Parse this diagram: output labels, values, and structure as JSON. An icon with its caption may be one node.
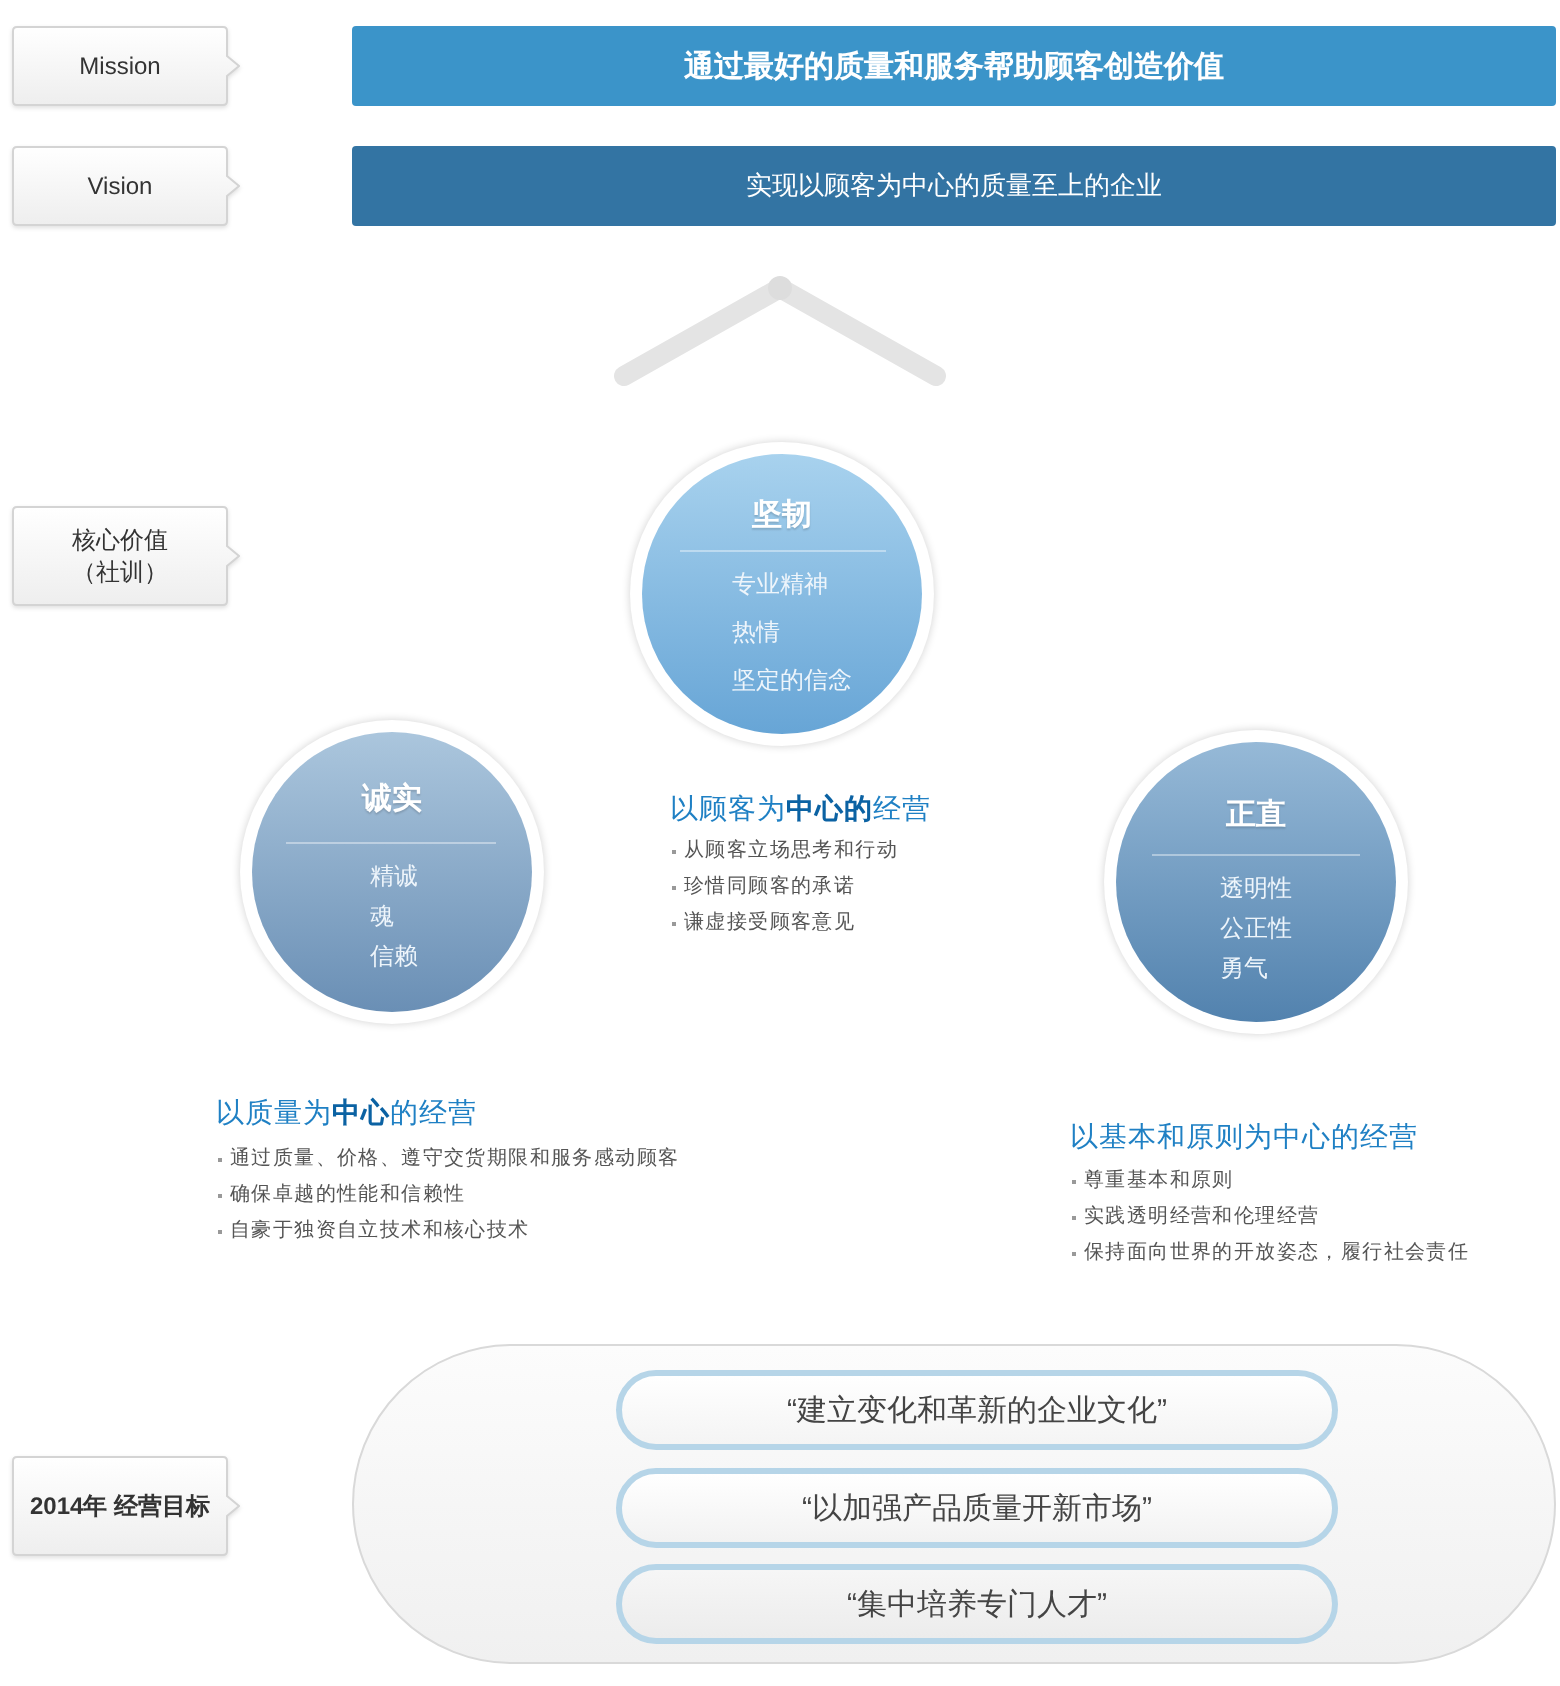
{
  "diagram": {
    "nodes": [
      {
        "text": [
          "Mission"
        ]
      },
      {
        "text": [
          "通过最好的质量和服务帮助顾客创造价值"
        ]
      },
      {
        "text": [
          "Vision"
        ]
      },
      {
        "text": [
          "实现以顾客为中心的质量至上的企业"
        ]
      },
      {
        "text": [
          "核心价值（社训）"
        ]
      },
      {
        "text": [
          "坚韧",
          "专业精神",
          "热情",
          "坚定的信念"
        ],
        "beside": [
          "以顾客为**中心的**经营",
          "从顾客立场思考和行动",
          "珍惜同顾客的承诺",
          "谦虚接受顾客意见"
        ]
      },
      {
        "text": [
          "诚实",
          "精诚",
          "魂",
          "信赖"
        ],
        "beside": [
          "以质量为**中心**的经营",
          "通过质量、价格、遵守交货期限和服务感动顾客",
          "确保卓越的性能和信赖性",
          "自豪于独资自立技术和核心技术"
        ]
      },
      {
        "text": [
          "正直",
          "透明性",
          "公正性",
          "勇气"
        ],
        "beside": [
          "以基本和原则为中心的经营",
          "尊重基本和原则",
          "实践透明经营和伦理经营",
          "保持面向世界的开放姿态，履行社会责任"
        ]
      },
      {
        "text": [
          "2014年 经营目标"
        ]
      },
      {
        "text": [],
        "shape": "box"
      },
      {
        "text": [
          "“建立变化和革新的企业文化”"
        ],
        "in": 9
      },
      {
        "text": [
          "“以加强产品质量开新市场”"
        ],
        "in": 9
      },
      {
        "text": [
          "“集中培养专门人才”"
        ],
        "in": 9
      }
    ]
  }
}
